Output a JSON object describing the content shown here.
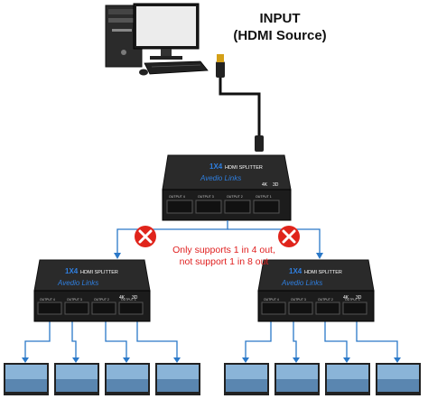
{
  "input_label": {
    "line1": "INPUT",
    "line2": "(HDMI Source)"
  },
  "splitter": {
    "model": "1X4",
    "name": "HDMI SPLITTER",
    "brand": "Avedio Links",
    "badge_4k": "4K",
    "badge_3d": "3D",
    "ports": [
      "OUTPUT 4",
      "OUTPUT 3",
      "OUTPUT 2",
      "OUTPUT 1"
    ]
  },
  "restriction_note": {
    "line1": "Only supports 1 in 4 out,",
    "line2": "not support 1 in 8 out"
  },
  "colors": {
    "cross_red": "#e0241b",
    "note_red": "#e02020",
    "connector_blue": "#2a78c8",
    "splitter_body": "#1c1c1c",
    "brand_blue": "#2f7fe0"
  },
  "icons": {
    "source": "desktop-computer-icon",
    "cable": "hdmi-cable-icon",
    "cross": "red-x-icon",
    "display": "monitor-icon"
  }
}
